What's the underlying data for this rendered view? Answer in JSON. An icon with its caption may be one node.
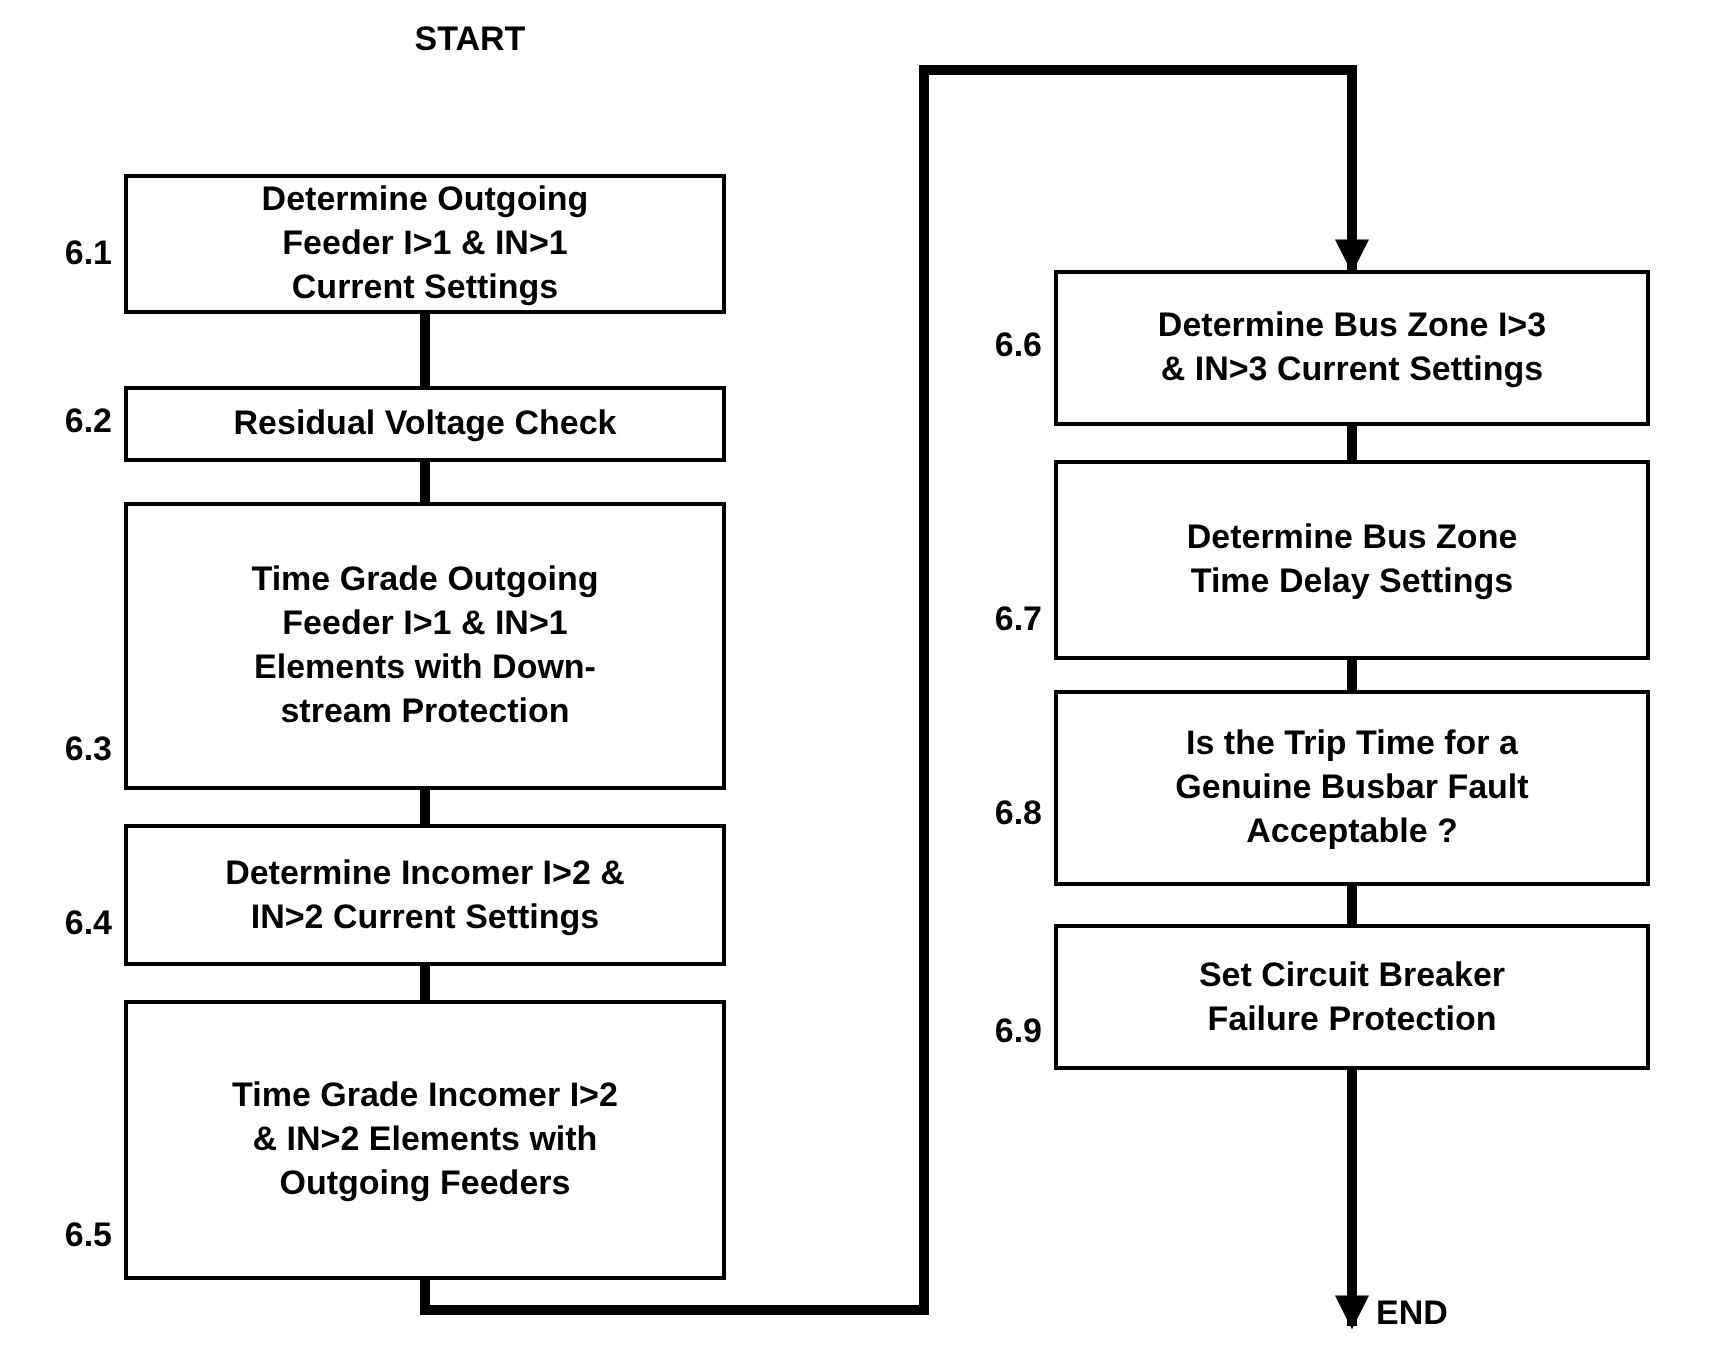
{
  "diagram": {
    "nodes": [
      {
        "text": [
          "START"
        ]
      },
      {
        "text": [
          "Determine Outgoing Feeder I>1 & IN>1 Current Settings"
        ],
        "beside": [
          "6.1"
        ]
      },
      {
        "text": [
          "Residual Voltage Check"
        ],
        "beside": [
          "6.2"
        ]
      },
      {
        "text": [
          "Time Grade Outgoing Feeder I>1 & IN>1 Elements with Down-stream Protection"
        ],
        "beside": [
          "6.3"
        ]
      },
      {
        "text": [
          "Determine Incomer I>2 & IN>2 Current Settings"
        ],
        "beside": [
          "6.4"
        ]
      },
      {
        "text": [
          "Time Grade Incomer I>2 & IN>2 Elements with Outgoing Feeders"
        ],
        "beside": [
          "6.5"
        ]
      },
      {
        "text": [
          "Determine Bus Zone I>3 & IN>3 Current Settings"
        ],
        "beside": [
          "6.6"
        ]
      },
      {
        "text": [
          "Determine Bus Zone Time Delay Settings"
        ],
        "beside": [
          "6.7"
        ]
      },
      {
        "text": [
          "Is the Trip Time for a Genuine Busbar Fault Acceptable ?"
        ],
        "beside": [
          "6.8"
        ]
      },
      {
        "text": [
          "Set Circuit Breaker Failure Protection"
        ],
        "beside": [
          "6.9"
        ]
      },
      {
        "text": [
          "END"
        ]
      }
    ],
    "edges": [
      {
        "from": 1,
        "to": 2,
        "arrow": "none"
      },
      {
        "from": 2,
        "to": 3,
        "arrow": "none"
      },
      {
        "from": 3,
        "to": 4,
        "arrow": "none"
      },
      {
        "from": 4,
        "to": 5,
        "arrow": "none"
      },
      {
        "from": 5,
        "to": 6,
        "arrow": "to"
      },
      {
        "from": 6,
        "to": 7,
        "arrow": "none"
      },
      {
        "from": 7,
        "to": 8,
        "arrow": "none"
      },
      {
        "from": 8,
        "to": 9,
        "arrow": "none"
      },
      {
        "from": 9,
        "to": 10,
        "arrow": "to"
      }
    ]
  }
}
